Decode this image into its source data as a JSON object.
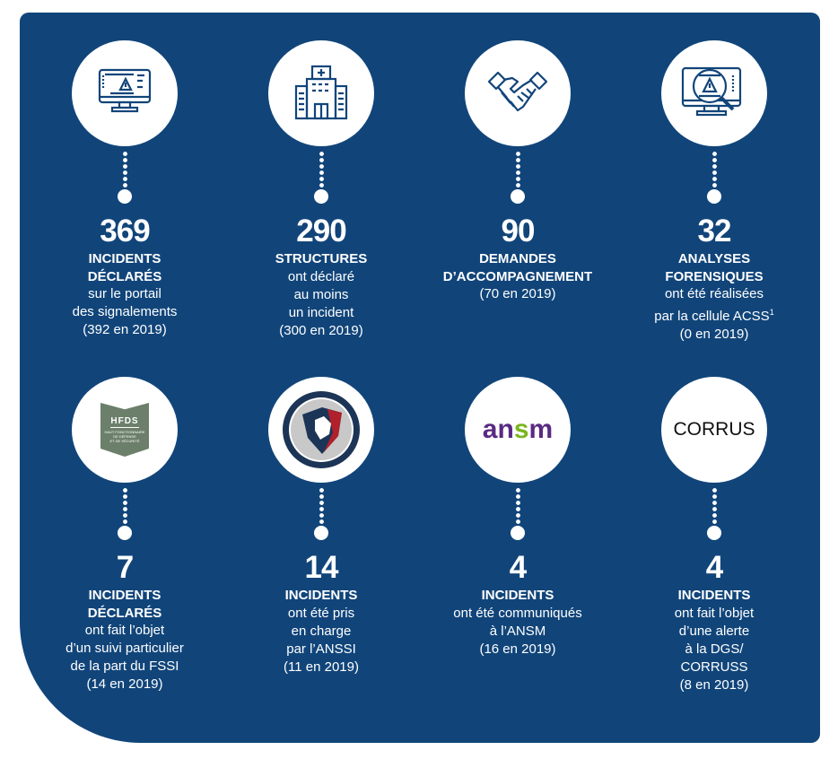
{
  "colors": {
    "background": "#11457a",
    "text": "#ffffff",
    "icon": "#11457a"
  },
  "cards": [
    {
      "icon": "monitor-warning-icon",
      "number": "369",
      "title": [
        "INCIDENTS",
        "DÉCLARÉS"
      ],
      "body": [
        "sur le portail",
        "des signalements",
        "(392 en 2019)"
      ]
    },
    {
      "icon": "hospital-icon",
      "number": "290",
      "title": [
        "STRUCTURES"
      ],
      "body": [
        "ont déclaré",
        "au moins",
        "un incident",
        "(300 en 2019)"
      ]
    },
    {
      "icon": "handshake-icon",
      "number": "90",
      "title": [
        "DEMANDES",
        "D’ACCOMPAGNEMENT"
      ],
      "body": [
        "(70 en 2019)"
      ]
    },
    {
      "icon": "magnifier-monitor-warning-icon",
      "number": "32",
      "title": [
        "ANALYSES",
        "FORENSIQUES"
      ],
      "body": [
        "ont été réalisées",
        "par la cellule ACSS",
        "(0 en 2019)"
      ],
      "footnote": "1"
    },
    {
      "logo": "HFDS",
      "logo_sub": "HAUT FONCTIONNAIRE DE DÉFENSE ET DE SÉCURITÉ",
      "number": "7",
      "title": [
        "INCIDENTS",
        "DÉCLARÉS"
      ],
      "body": [
        "ont fait l’objet",
        "d’un suivi particulier",
        "de la part du FSSI",
        "(14 en 2019)"
      ]
    },
    {
      "logo": "ANSSI",
      "number": "14",
      "title": [
        "INCIDENTS"
      ],
      "body": [
        "ont été pris",
        "en charge",
        "par l’ANSSI",
        "(11 en 2019)"
      ]
    },
    {
      "logo": "ansm",
      "number": "4",
      "title": [
        "INCIDENTS"
      ],
      "body": [
        "ont été communiqués",
        "à l’ANSM",
        "(16 en 2019)"
      ]
    },
    {
      "logo": "CORRUS",
      "number": "4",
      "title": [
        "INCIDENTS"
      ],
      "body": [
        "ont fait l’objet",
        "d’une alerte",
        "à la DGS/",
        "CORRUSS",
        "(8 en 2019)"
      ]
    }
  ]
}
